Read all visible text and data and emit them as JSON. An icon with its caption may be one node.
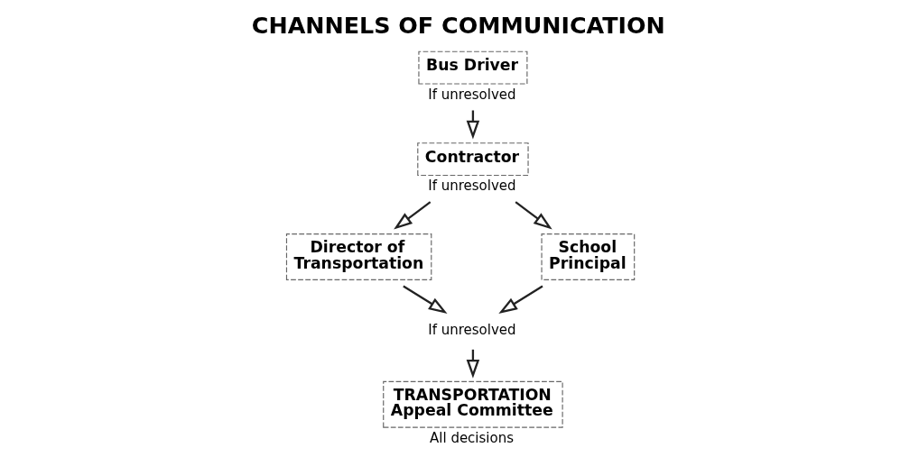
{
  "diagram": {
    "title": "CHANNELS OF COMMUNICATION",
    "nodes": [
      {
        "text": [
          "Bus Driver"
        ],
        "beside": [
          "If unresolved"
        ]
      },
      {
        "text": [
          "Contractor"
        ],
        "beside": [
          "If unresolved"
        ]
      },
      {
        "text": [
          "Director of Transportation"
        ]
      },
      {
        "text": [
          "School Principal"
        ]
      },
      {
        "text": [
          "If unresolved"
        ]
      },
      {
        "text": [
          "TRANSPORTATION Appeal Committee"
        ],
        "beside": [
          "All decisions"
        ]
      }
    ],
    "edges": [
      {
        "from": 0,
        "to": 1,
        "arrow": "to"
      },
      {
        "from": 1,
        "to": 2,
        "arrow": "to"
      },
      {
        "from": 1,
        "to": 3,
        "arrow": "to"
      },
      {
        "from": 2,
        "to": 4,
        "arrow": "to"
      },
      {
        "from": 3,
        "to": 4,
        "arrow": "to"
      },
      {
        "from": 4,
        "to": 5,
        "arrow": "to"
      }
    ]
  }
}
